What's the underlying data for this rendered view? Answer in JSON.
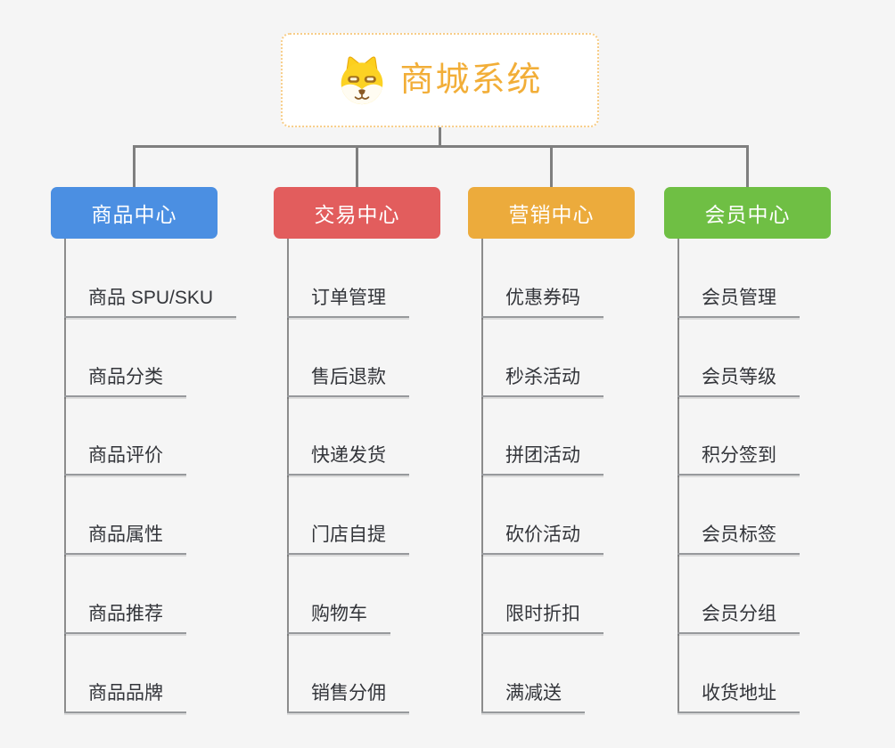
{
  "page": {
    "background": "#f5f5f5",
    "text_color": "#33353a"
  },
  "root": {
    "label": "商城系统",
    "icon": "dog-face-icon",
    "text_color": "#f2ae38",
    "border_color": "#f7cd88"
  },
  "connectors": {
    "color": "#7f7f7f",
    "trunk_color": "#8c8c8c",
    "underline_color": "#97999c"
  },
  "branches": [
    {
      "label": "商品中心",
      "color": "#4b8fe2",
      "items": [
        "商品 SPU/SKU",
        "商品分类",
        "商品评价",
        "商品属性",
        "商品推荐",
        "商品品牌"
      ]
    },
    {
      "label": "交易中心",
      "color": "#e25d5d",
      "items": [
        "订单管理",
        "售后退款",
        "快递发货",
        "门店自提",
        "购物车",
        "销售分佣"
      ]
    },
    {
      "label": "营销中心",
      "color": "#ecab3c",
      "items": [
        "优惠券码",
        "秒杀活动",
        "拼团活动",
        "砍价活动",
        "限时折扣",
        "满减送"
      ]
    },
    {
      "label": "会员中心",
      "color": "#6fbf44",
      "items": [
        "会员管理",
        "会员等级",
        "积分签到",
        "会员标签",
        "会员分组",
        "收货地址"
      ]
    }
  ]
}
